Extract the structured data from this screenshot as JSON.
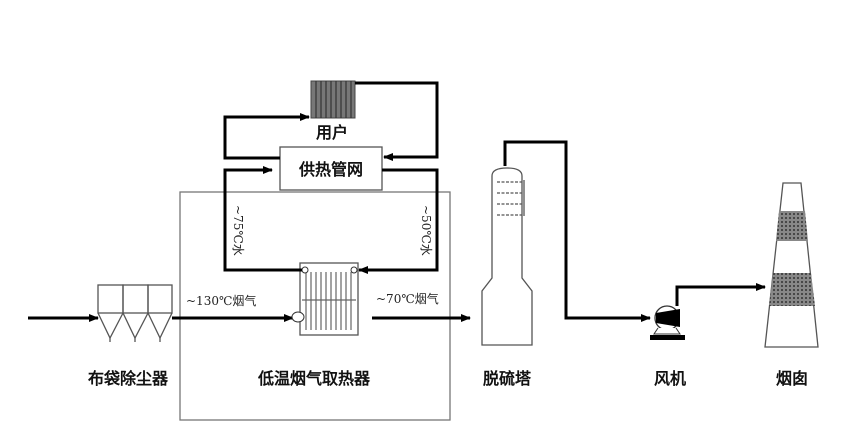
{
  "labels": {
    "bag_filter": "布袋除尘器",
    "heat_recovery": "低温烟气取热器",
    "desulfurization_tower": "脱硫塔",
    "fan": "风机",
    "chimney": "烟囱",
    "user": "用户",
    "heating_network": "供热管网"
  },
  "annotations": {
    "flue_in": "~130℃烟气",
    "flue_out": "~70℃烟气",
    "water_hot": "~75℃水",
    "water_cold": "~50℃水"
  }
}
